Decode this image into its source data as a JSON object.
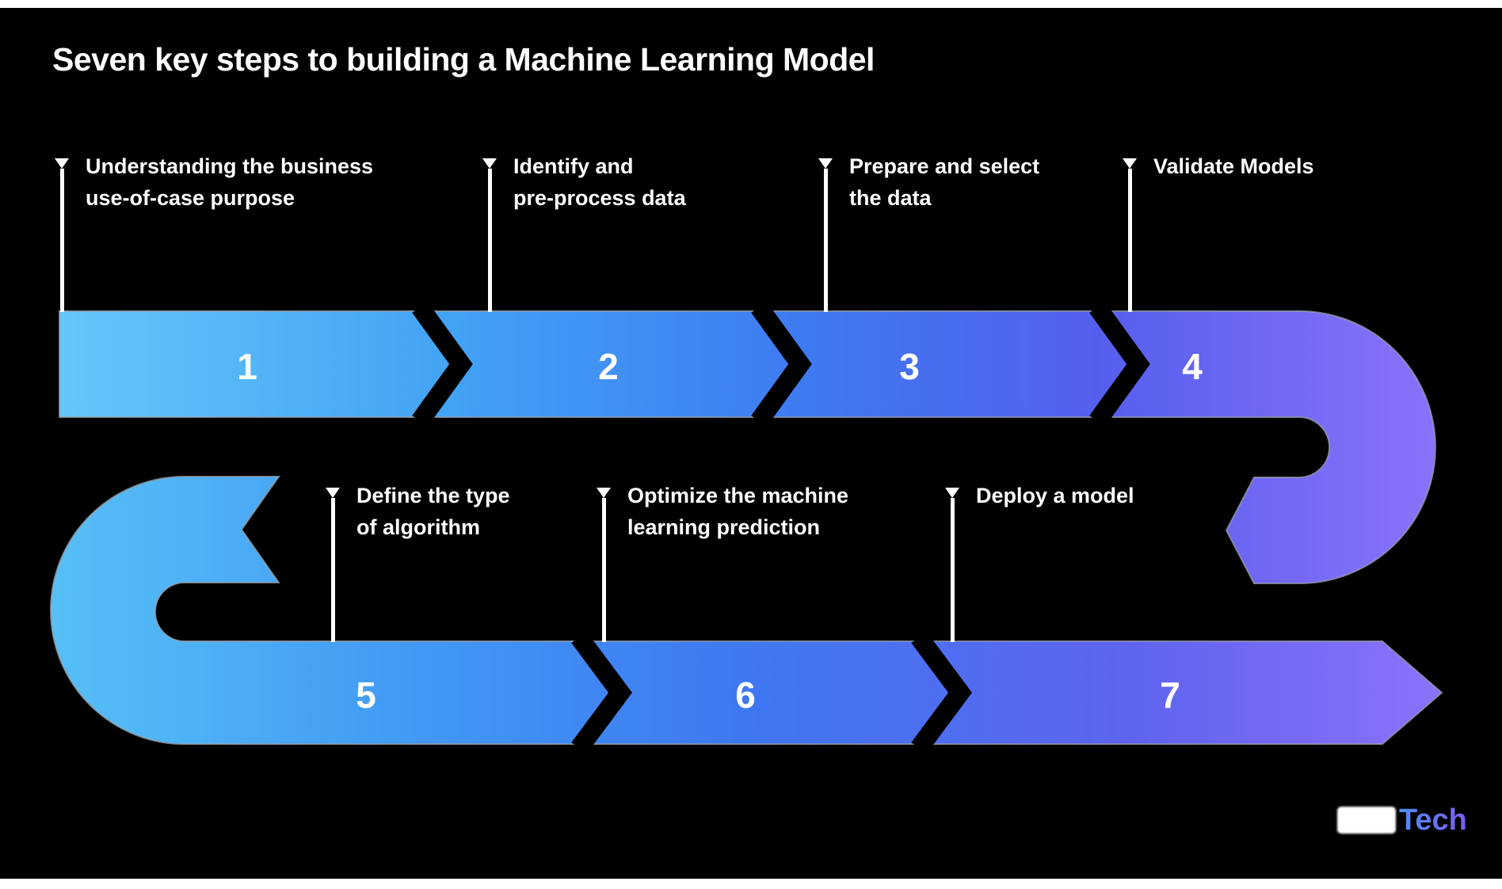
{
  "title": "Seven key steps to building a Machine Learning Model",
  "steps": [
    {
      "number": "1",
      "label_line1": "Understanding the business",
      "label_line2": "use-of-case purpose"
    },
    {
      "number": "2",
      "label_line1": "Identify and",
      "label_line2": "pre-process data"
    },
    {
      "number": "3",
      "label_line1": "Prepare and select",
      "label_line2": "the data"
    },
    {
      "number": "4",
      "label_line1": "Validate Models",
      "label_line2": ""
    },
    {
      "number": "5",
      "label_line1": "Define the type",
      "label_line2": "of algorithm"
    },
    {
      "number": "6",
      "label_line1": "Optimize the machine",
      "label_line2": "learning prediction"
    },
    {
      "number": "7",
      "label_line1": "Deploy a model",
      "label_line2": ""
    }
  ],
  "flow": {
    "direction": "snake: top row 1-4 left to right, U-turn down on right, bottom row 5-7 left to right ending in arrow",
    "top_row_steps": [
      "1",
      "2",
      "3",
      "4"
    ],
    "bottom_row_steps": [
      "5",
      "6",
      "7"
    ]
  },
  "colors": {
    "background": "#000000",
    "frame": "#ffffff",
    "band_gradient_start": "#63C7F8",
    "band_gradient_mid1": "#41A0F4",
    "band_gradient_mid2": "#3E79F2",
    "band_gradient_mid3": "#555FEE",
    "band_gradient_end": "#8B72FA",
    "text": "#ffffff",
    "logo_suffix_gradient": [
      "#4f8df5",
      "#7a5cf0"
    ]
  },
  "logo": {
    "prefix_illegible": true,
    "suffix": "Tech"
  }
}
